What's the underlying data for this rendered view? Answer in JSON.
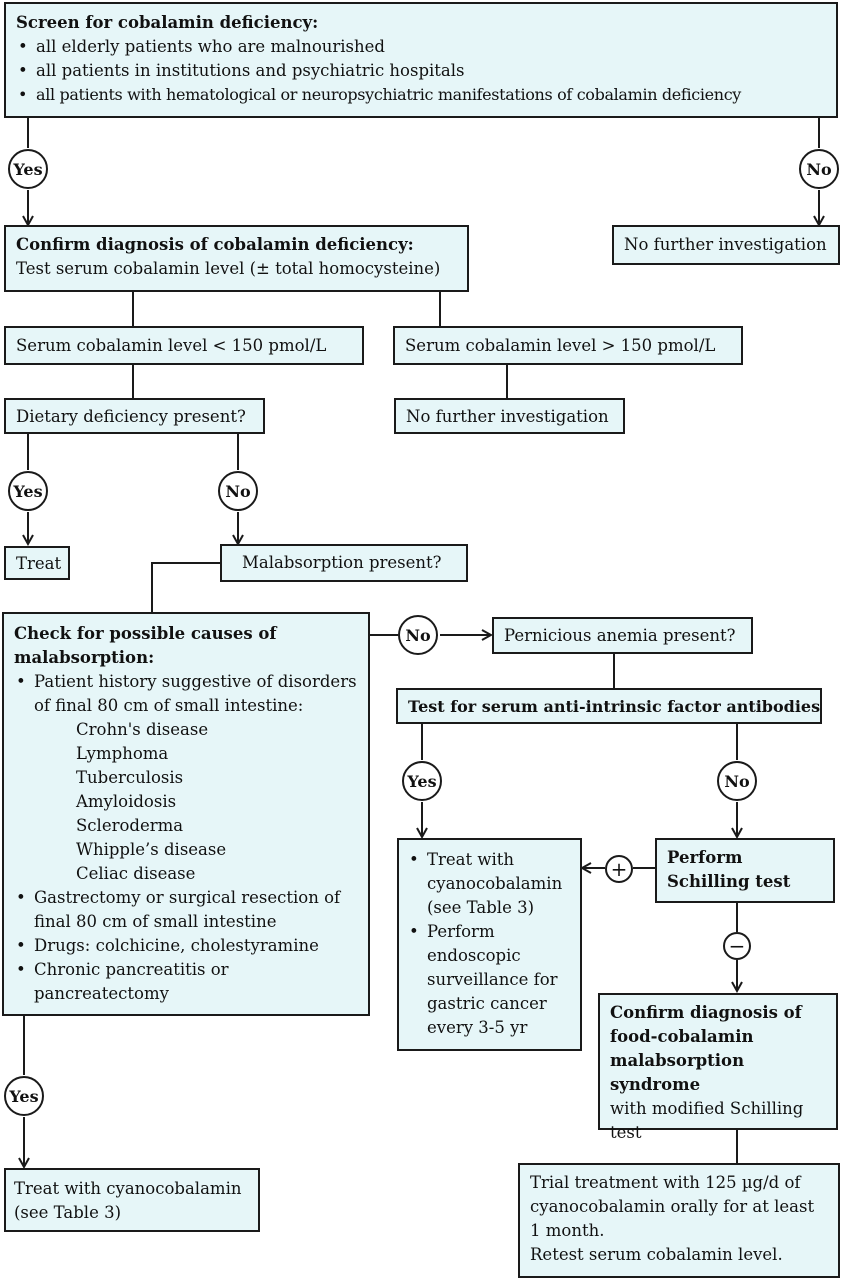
{
  "screen": {
    "title": "Screen for cobalamin deficiency:",
    "items": [
      "all elderly patients who are malnourished",
      "all patients in institutions and psychiatric hospitals",
      "all patients with hematological or neuropsychiatric manifestations of cobalamin deficiency"
    ]
  },
  "labels": {
    "yes": "Yes",
    "no": "No",
    "plus": "+",
    "minus": "−"
  },
  "confirm": {
    "title": "Confirm diagnosis of cobalamin deficiency:",
    "text": "Test serum cobalamin level (± total homocysteine)"
  },
  "no_further_1": "No further investigation",
  "low_level": "Serum cobalamin level < 150 pmol/L",
  "high_level": "Serum cobalamin level > 150 pmol/L",
  "no_further_2": "No further investigation",
  "dietary": "Dietary deficiency present?",
  "treat": "Treat",
  "malabsorption": "Malabsorption present?",
  "causes": {
    "title": "Check for possible causes of malabsorption:",
    "history": "Patient history suggestive of disorders of final 80 cm of small intestine:",
    "diseases": [
      "Crohn's disease",
      "Lymphoma",
      "Tuberculosis",
      "Amyloidosis",
      "Scleroderma",
      "Whipple’s disease",
      "Celiac disease"
    ],
    "items": [
      "Gastrectomy or surgical resection of final 80 cm of small intestine",
      "Drugs: colchicine, cholestyramine",
      "Chronic pancreatitis or pancreatectomy"
    ]
  },
  "pernicious": "Pernicious anemia present?",
  "antibodies": "Test for serum anti-intrinsic factor antibodies",
  "treat_pa": {
    "items": [
      "Treat with cyanocobalamin (see Table 3)",
      "Perform endoscopic surveillance for gastric cancer every 3-5 yr"
    ]
  },
  "schilling": "Perform Schilling test",
  "food": {
    "title": "Confirm diagnosis of food-cobalamin malabsorption syndrome",
    "text": "with modified Schilling test"
  },
  "treat_cyano": "Treat with cyanocobalamin (see Table 3)",
  "trial": {
    "line1": "Trial treatment with 125 µg/d of cyanocobalamin orally for at least 1 month.",
    "line2": "Retest serum cobalamin level."
  }
}
